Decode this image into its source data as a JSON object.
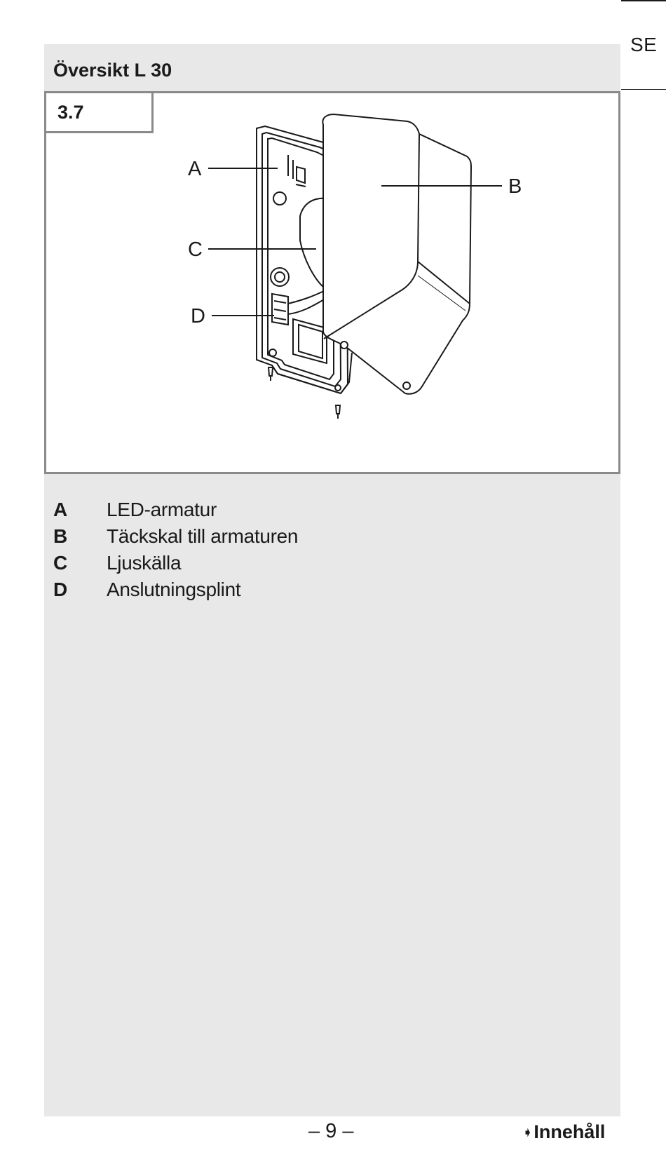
{
  "language_tab": "SE",
  "section": {
    "title": "Översikt L 30",
    "figure_number": "3.7",
    "figure_callouts": [
      "A",
      "B",
      "C",
      "D"
    ],
    "legend": [
      {
        "key": "A",
        "label": "LED-armatur"
      },
      {
        "key": "B",
        "label": "Täckskal till armaturen"
      },
      {
        "key": "C",
        "label": "Ljuskälla"
      },
      {
        "key": "D",
        "label": "Anslutningsplint"
      }
    ]
  },
  "footer": {
    "page_number": "– 9 –",
    "contents_link": "Innehåll",
    "contents_icon": "arrow-right-icon"
  },
  "colors": {
    "panel_background": "#e8e8e8",
    "figure_border": "#8a8a8a"
  }
}
